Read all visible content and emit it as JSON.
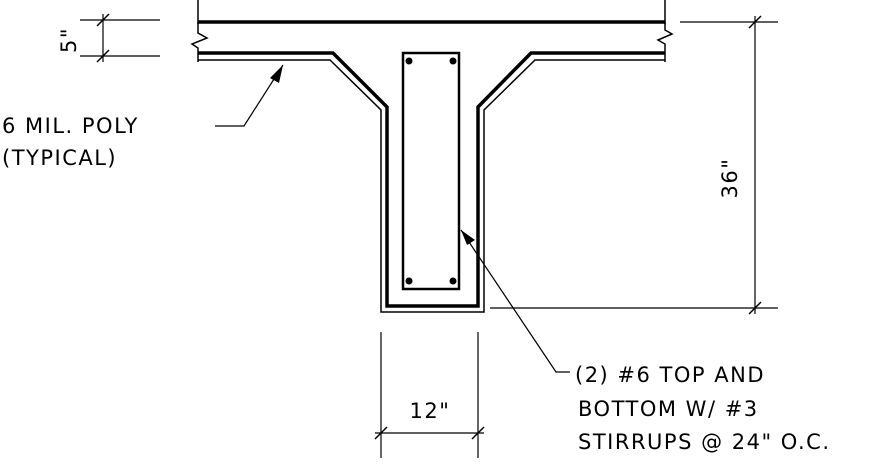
{
  "dimensions": {
    "slab_thickness": "5\"",
    "beam_depth": "36\"",
    "beam_width": "12\""
  },
  "notes": {
    "poly": {
      "line1": "6 MIL. POLY",
      "line2": "(TYPICAL)"
    },
    "rebar": {
      "line1": "(2) #6 TOP AND",
      "line2": "BOTTOM W/ #3",
      "line3": "STIRRUPS @ 24\" O.C."
    }
  },
  "colors": {
    "linework": "#000000",
    "background": "#ffffff"
  }
}
